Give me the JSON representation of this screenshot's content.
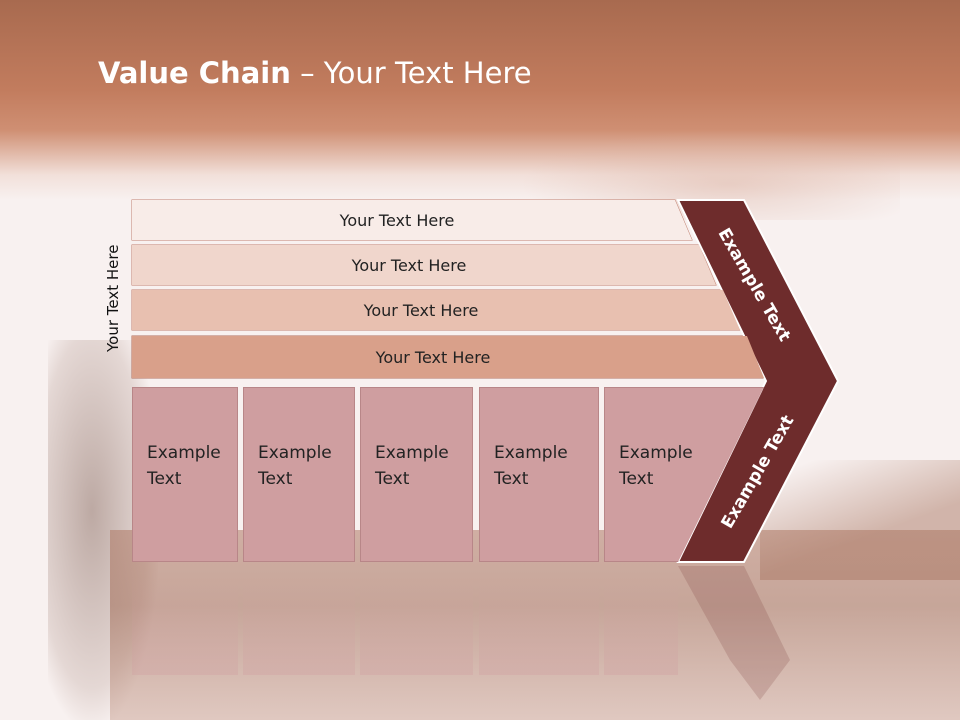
{
  "slide": {
    "title_bold": "Value Chain",
    "title_rest": " – Your Text Here"
  },
  "side_label": "Your Text Here",
  "bars": [
    {
      "label": "Your Text Here"
    },
    {
      "label": "Your Text Here"
    },
    {
      "label": "Your Text Here"
    },
    {
      "label": "Your Text Here"
    }
  ],
  "boxes": [
    {
      "line1": "Example",
      "line2": "Text"
    },
    {
      "line1": "Example",
      "line2": "Text"
    },
    {
      "line1": "Example",
      "line2": "Text"
    },
    {
      "line1": "Example",
      "line2": "Text"
    },
    {
      "line1": "Example",
      "line2": "Text"
    }
  ],
  "chevron": {
    "upper_label": "Example Text",
    "lower_label": "Example Text",
    "color": "#6e2c2c"
  },
  "colors": {
    "header": "#c27c5e",
    "box": "#cf9ea0",
    "bar_1": "#f8ece8",
    "bar_2": "#f0d6cc",
    "bar_3": "#e8c0b0",
    "bar_4": "#d9a08a"
  }
}
